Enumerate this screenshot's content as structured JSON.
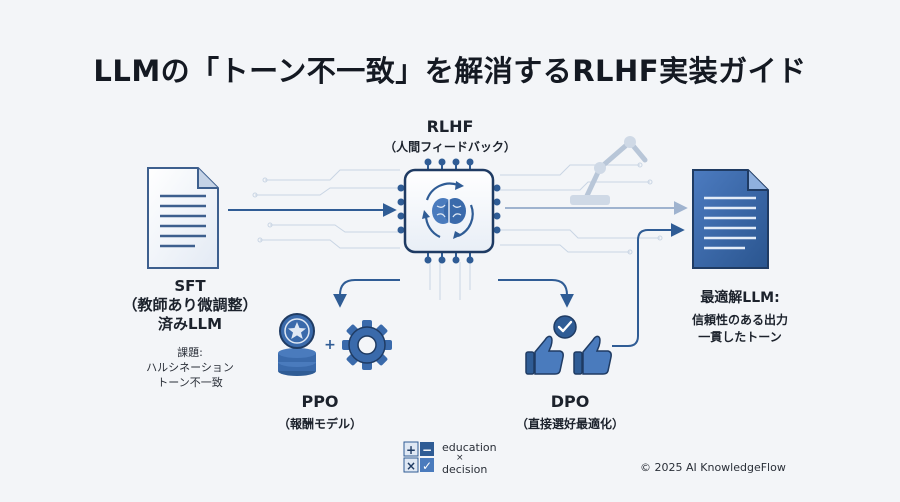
{
  "title": "LLMの「トーン不一致」を解消するRLHF実装ガイド",
  "rlhf": {
    "title": "RLHF",
    "subtitle": "（人間フィードバック）"
  },
  "sft": {
    "line1": "SFT",
    "line2": "（教師あり微調整）",
    "line3": "済みLLM",
    "issue_heading": "課題:",
    "issue_line1": "ハルシネーション",
    "issue_line2": "トーン不一致"
  },
  "ppo": {
    "title": "PPO",
    "subtitle": "（報酬モデル）"
  },
  "dpo": {
    "title": "DPO",
    "subtitle": "（直接選好最適化）"
  },
  "best": {
    "title": "最適解LLM:",
    "line1": "信頼性のある出力",
    "line2": "一貫したトーン"
  },
  "plus_sign": "+",
  "logo": {
    "line1": "education",
    "line2": "×",
    "line3": "decision",
    "cells": [
      "+",
      "−",
      "×",
      "✓"
    ]
  },
  "copyright": "© 2025 AI KnowledgeFlow",
  "colors": {
    "primary": "#2f5c95",
    "dark": "#1f3b63",
    "light": "#dfe8f4",
    "bg": "#f3f5f8"
  }
}
